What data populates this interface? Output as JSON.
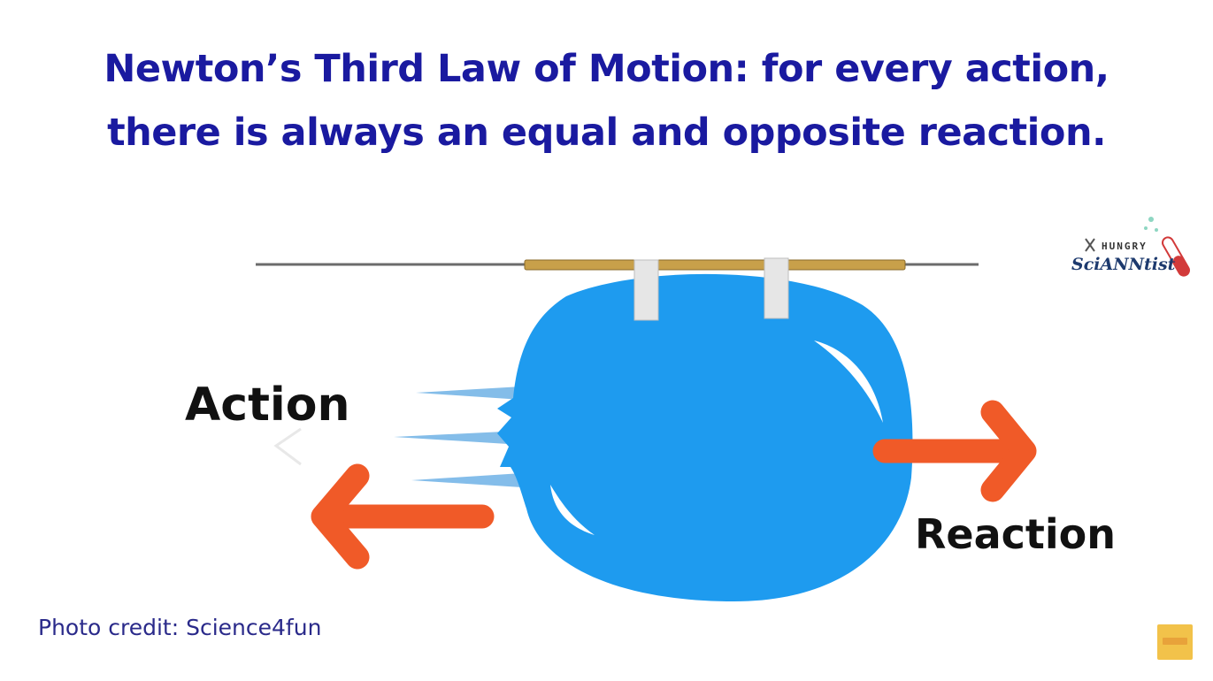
{
  "title": {
    "line1": "Newton’s Third Law of Motion: for every action,",
    "line2": "there is always an equal and opposite reaction."
  },
  "labels": {
    "action": "Action",
    "reaction": "Reaction"
  },
  "credit": "Photo credit: Science4fun",
  "logo": {
    "top_text": "HUNGRY",
    "main_text": "SciANNtist"
  },
  "colors": {
    "title": "#1a1aa0",
    "balloon": "#1e9bef",
    "arrow": "#f05a28",
    "straw": "#c8a04a",
    "string": "#6b6b6b",
    "clip": "#e6e6e6"
  }
}
